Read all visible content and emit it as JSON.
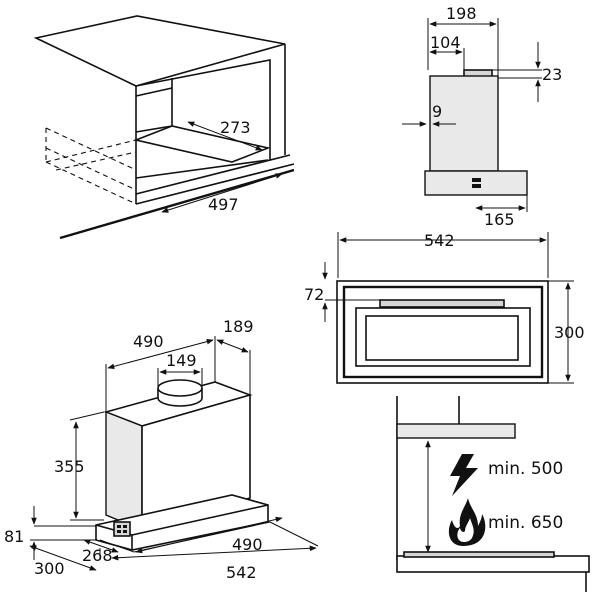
{
  "cabinet_view": {
    "dims": {
      "depth": "273",
      "width": "497"
    }
  },
  "side_view": {
    "dims": {
      "total_depth": "198",
      "chimney_offset": "104",
      "chimney_height": "23",
      "wall_gap": "9",
      "rear_depth": "165"
    }
  },
  "bottom_view": {
    "dims": {
      "width": "542",
      "depth": "300",
      "filter_offset": "72"
    }
  },
  "iso_view": {
    "dims": {
      "top_width": "490",
      "top_depth": "189",
      "outlet": "149",
      "height": "355",
      "base_height": "81",
      "base_depth": "300",
      "base_depth_inner": "268",
      "bottom_width": "490",
      "overall_width": "542"
    }
  },
  "clearance_view": {
    "electric_label": "min. 500",
    "gas_label": "min. 650",
    "icons": {
      "electric": "lightning-icon",
      "gas": "flame-icon"
    }
  }
}
